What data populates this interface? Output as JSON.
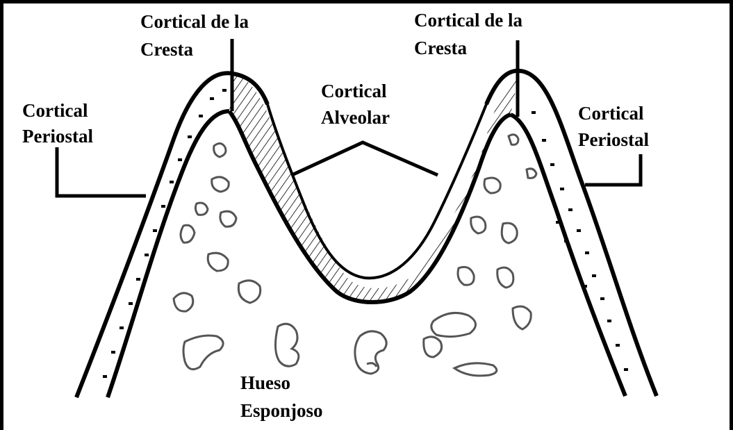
{
  "labels": {
    "crest_left": [
      "Cortical de la",
      "Cresta"
    ],
    "crest_right": [
      "Cortical de la",
      "Cresta"
    ],
    "alveolar": [
      "Cortical",
      "Alveolar"
    ],
    "periosteal_left": [
      "Cortical",
      "Periostal"
    ],
    "periosteal_right": [
      "Cortical",
      "Periostal"
    ],
    "spongy": [
      "Hueso",
      "Esponjoso"
    ]
  },
  "colors": {
    "ink": "#000000",
    "trabecula": "#555555",
    "background": "#ffffff"
  }
}
